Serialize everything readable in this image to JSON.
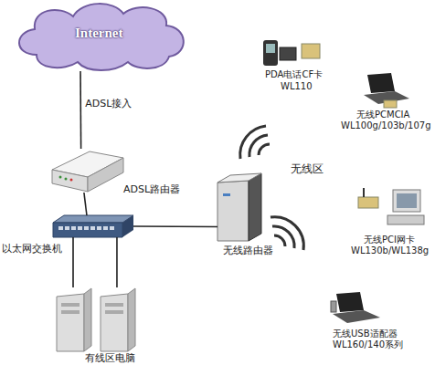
{
  "diagram": {
    "nodes": [
      {
        "text": [
          "Internet"
        ]
      },
      {
        "text": [
          "ADSL路由器"
        ]
      },
      {
        "text": [
          "以太网交换机"
        ]
      },
      {
        "text": [
          "无线路由器"
        ]
      },
      {
        "text": [
          "有线区电脑"
        ]
      },
      {
        "text": [
          "PDA电话CF卡",
          "WL110"
        ]
      },
      {
        "text": [
          "无线PCMCIA",
          "WL100g/103b/107g"
        ]
      },
      {
        "text": [
          "无线PCI网卡",
          "WL130b/WL138g"
        ]
      },
      {
        "text": [
          "无线USB适配器",
          "WL160/140系列"
        ]
      }
    ],
    "edges": [
      {
        "from": 0,
        "to": 1,
        "label": "ADSL接入",
        "arrow": "none"
      },
      {
        "from": 1,
        "to": 2,
        "arrow": "none"
      },
      {
        "from": 2,
        "to": 3,
        "arrow": "none"
      },
      {
        "from": 2,
        "to": 4,
        "arrow": "none"
      },
      {
        "from": 2,
        "to": 4,
        "arrow": "none"
      }
    ],
    "labels": [
      "无线区"
    ]
  }
}
